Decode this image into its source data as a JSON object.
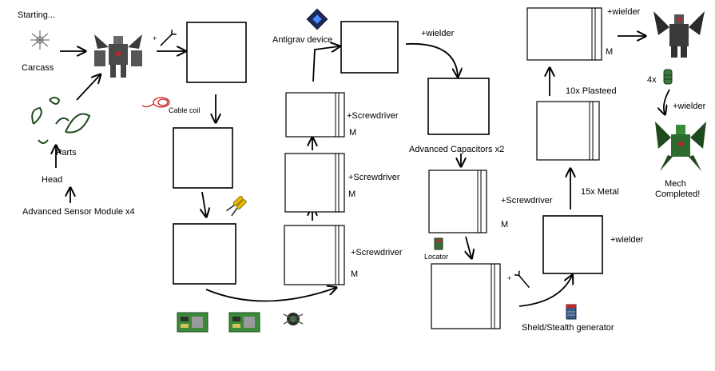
{
  "labels": {
    "starting": "Starting...",
    "carcass": "Carcass",
    "parts": "Parts",
    "head": "Head",
    "advanced_sensor": "Advanced Sensor Module x4",
    "cable_coil": "Cable coil",
    "antigrav": "Antigrav device",
    "plus": "+",
    "wielder_1": "+wielder",
    "wielder_2": "+wielder",
    "wielder_3": "+wielder",
    "wielder_4": "+wielder",
    "screwdriver_1": "+Screwdriver",
    "screwdriver_2": "+Screwdriver",
    "screwdriver_3": "+Screwdriver",
    "screwdriver_4": "+Screwdriver",
    "m_1": "M",
    "m_2": "M",
    "m_3": "M",
    "m_4": "M",
    "m_5": "M",
    "advanced_capacitors": "Advanced Capacitors x2",
    "locator": "Locator",
    "shield_generator": "Sheld/Stealth generator",
    "metal": "15x Metal",
    "plasteel": "10x Plasteed",
    "plasteel_count": "4x",
    "mech_completed_1": "Mech",
    "mech_completed_2": "Completed!"
  },
  "icons": {
    "wrench": "wrench-icon",
    "wirecutters": "wirecutters-icon",
    "circuit_board": "circuit-board-icon",
    "sensor": "sensor-icon",
    "antigrav": "antigrav-device-icon",
    "locator": "locator-icon",
    "generator": "generator-icon",
    "plasteel": "plasteel-icon"
  },
  "colors": {
    "line": "#000000",
    "background": "#ffffff",
    "mech_gray": "#5a5a5a",
    "mech_green": "#2e6b2e",
    "cable_red": "#c81e1e",
    "cutter_yellow": "#e6b800",
    "board_green": "#3a8a3a"
  }
}
